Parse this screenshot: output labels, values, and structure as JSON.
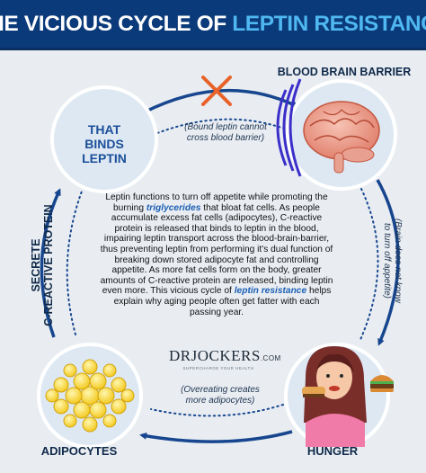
{
  "title": {
    "part1": "THE VICIOUS CYCLE OF ",
    "part2": "LEPTIN RESISTANCE"
  },
  "labels": {
    "blood_brain_barrier": "BLOOD BRAIN BARRIER",
    "that_binds_leptin": [
      "THAT",
      "BINDS",
      "LEPTIN"
    ],
    "secrete_crp": [
      "SECRETE",
      "C-REACTIVE PROTEIN"
    ],
    "adipocytes": "ADIPOCYTES",
    "hunger": "HUNGER"
  },
  "notes": {
    "bound_leptin": [
      "(Bound leptin cannot",
      "cross blood barrier)"
    ],
    "brain_not_know": [
      "(Brain does not know",
      "to turn off appetite)"
    ],
    "overeating": [
      "(Overeating creates",
      "more adipocytes)"
    ]
  },
  "body": {
    "seg1": "Leptin functions to turn off appetite while promoting the burning ",
    "em1": "triglycerides",
    "seg2": " that bloat fat cells. As people accumulate excess fat cells (adipocytes), C-reactive protein is released that binds to leptin in the blood, impairing leptin transport across the blood-brain-barrier, thus preventing leptin from performing it's dual function of breaking down stored adipocyte fat and controlling appetite. As more fat cells form on the body, greater amounts of C-reactive protein are released, binding leptin even more. This vicious cycle of ",
    "em2": "leptin resistance",
    "seg3": " helps explain why aging people often get fatter with each passing year."
  },
  "logo": {
    "name": "DRJOCKERS",
    "suffix": ".COM",
    "tagline": "SUPERCHARGE YOUR HEALTH"
  },
  "colors": {
    "header_bg": "#0b3a7a",
    "title_highlight": "#4fb8f0",
    "arrow": "#17468f",
    "circle_fill": "#dde8f3",
    "x_mark": "#e8622a",
    "barrier": "#3b2fc9"
  },
  "icons": [
    "brain-illustration",
    "fat-cell-cluster",
    "woman-eating-burger",
    "x-mark-icon",
    "barrier-arcs-icon"
  ]
}
